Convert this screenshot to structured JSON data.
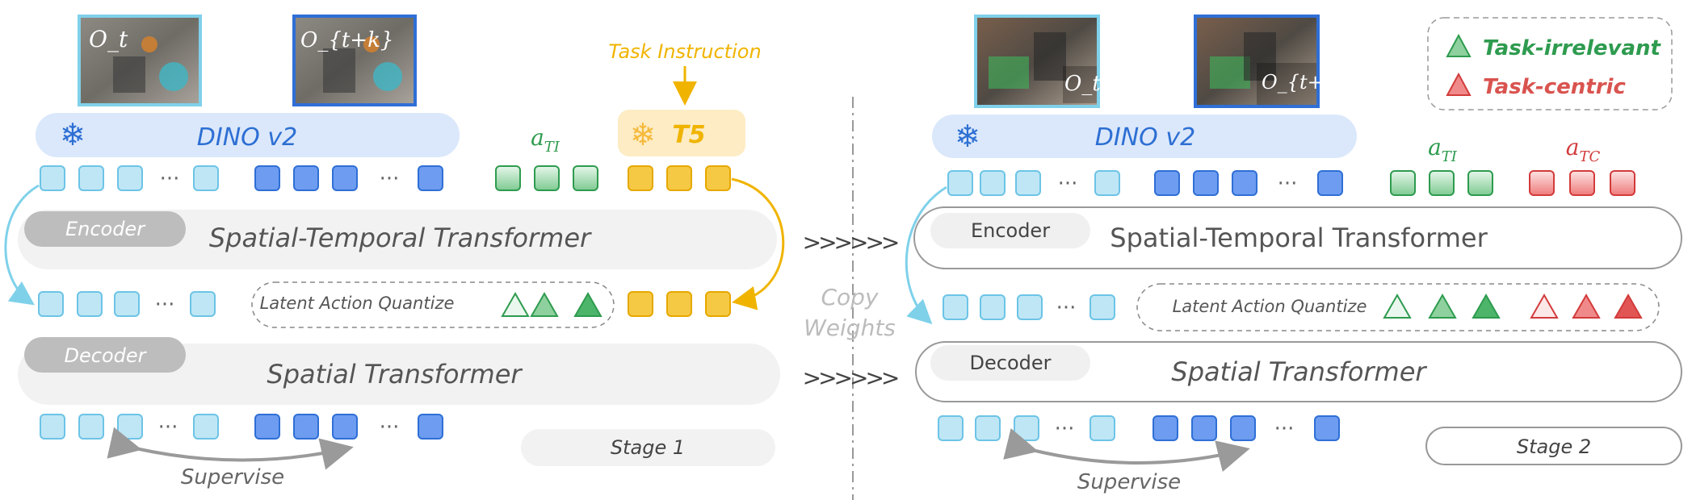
{
  "colors": {
    "light_blue_token": "#bfe6f5",
    "light_blue_stroke": "#6cc4e6",
    "dark_blue_token": "#6d9cf0",
    "dark_blue_stroke": "#2f6fd6",
    "green_token": "#8fd19e",
    "green_stroke": "#2e9b4f",
    "yellow_token": "#f6c945",
    "yellow_stroke": "#e6a800",
    "red_token": "#f08a8a",
    "red_stroke": "#d23b3b",
    "dino_bg": "#dbe8fb",
    "dino_text": "#2d6fd3",
    "t5_bg": "#fdecc4",
    "t5_text": "#f0b400",
    "encoder_bg": "#f2f2f2",
    "label_gray": "#bdbdbd",
    "arrow_cyan": "#7fd1ea",
    "arrow_yellow": "#f0b400",
    "task_irrelevant": "#2e9b4f",
    "task_centric": "#d9534f",
    "text_dark": "#555555"
  },
  "stage1": {
    "obs_t": "O_t",
    "obs_tk": "O_{t+k}",
    "task_instruction": "Task Instruction",
    "dino": "DINO v2",
    "t5": "T5",
    "a_ti": "a_TI",
    "encoder": "Encoder",
    "spatial_temporal": "Spatial-Temporal Transformer",
    "latent_action_quantize": "Latent Action Quantize",
    "decoder": "Decoder",
    "spatial": "Spatial Transformer",
    "supervise": "Supervise",
    "stage": "Stage 1",
    "ellipsis": "···"
  },
  "middle": {
    "arrows_top": ">>>>>>",
    "arrows_bottom": ">>>>>>",
    "copy": "Copy",
    "weights": "Weights"
  },
  "stage2": {
    "obs_t": "O_t",
    "obs_tk": "O_{t+k}",
    "dino": "DINO v2",
    "a_ti": "a_TI",
    "a_tc": "a_TC",
    "encoder": "Encoder",
    "spatial_temporal": "Spatial-Temporal Transformer",
    "latent_action_quantize": "Latent Action Quantize",
    "decoder": "Decoder",
    "spatial": "Spatial Transformer",
    "supervise": "Supervise",
    "stage": "Stage 2",
    "ellipsis": "···"
  },
  "legend": {
    "task_irrelevant": "Task-irrelevant",
    "task_centric": "Task-centric"
  }
}
